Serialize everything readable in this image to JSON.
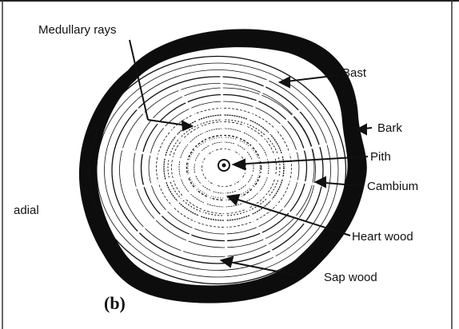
{
  "labels": {
    "medullary_rays": "Medullary rays",
    "bast": "Bast",
    "bark": "Bark",
    "pith": "Pith",
    "cambium": "Cambium",
    "heart_wood": "Heart wood",
    "sap_wood": "Sap wood",
    "side_text": "adial"
  },
  "figure_label": "(b)",
  "colors": {
    "ink": "#111111",
    "paper": "#ffffff"
  }
}
